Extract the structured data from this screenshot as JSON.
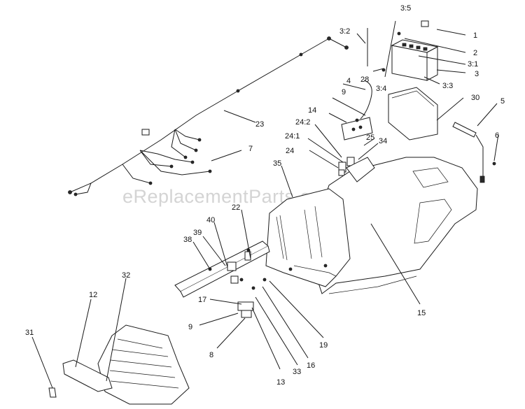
{
  "watermark": "eReplacementParts.com",
  "labels": {
    "l1": "1",
    "l2": "2",
    "l3a": "3:1",
    "l3": "3",
    "l3b": "3:3",
    "l3c": "3:5",
    "l3d": "3:2",
    "l3e": "3:4",
    "l28": "28",
    "l4": "4",
    "l9a": "9",
    "l14": "14",
    "l24b": "24:2",
    "l24a": "24:1",
    "l24": "24",
    "l25": "25",
    "l34": "34",
    "l30": "30",
    "l5": "5",
    "l6": "6",
    "l23": "23",
    "l7": "7",
    "l35": "35",
    "l22": "22",
    "l40": "40",
    "l39": "39",
    "l38": "38",
    "l32": "32",
    "l12": "12",
    "l31": "31",
    "l17": "17",
    "l9b": "9",
    "l8": "8",
    "l13": "13",
    "l33": "33",
    "l16": "16",
    "l19": "19",
    "l15": "15"
  }
}
